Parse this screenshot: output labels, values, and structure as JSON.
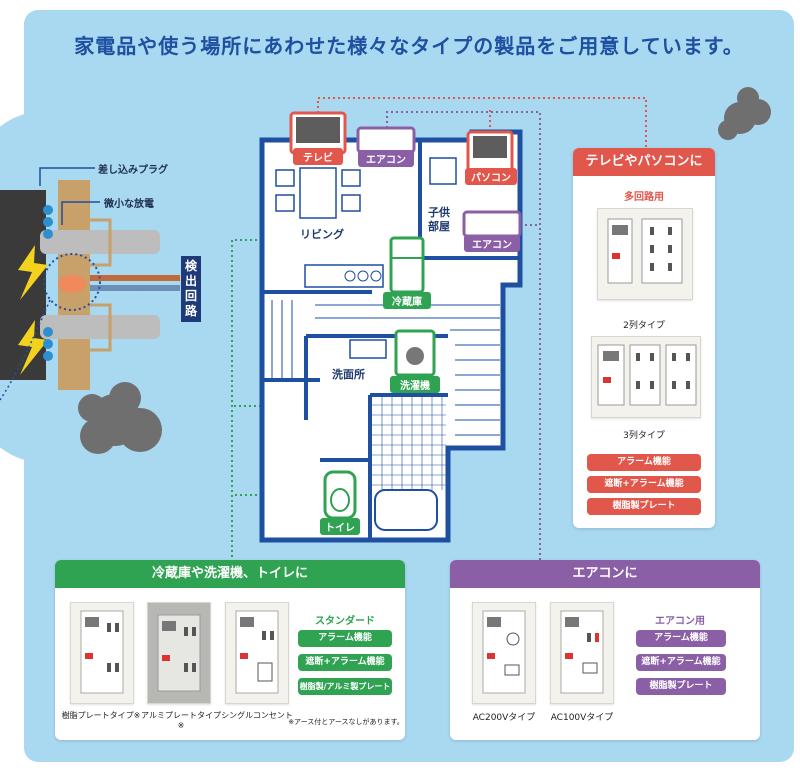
{
  "headline": "家電品や使う場所にあわせた様々なタイプの製品をご用意しています。",
  "floorplan": {
    "appliances": {
      "tv": "テレビ",
      "aircon_living": "エアコン",
      "pc": "パソコン",
      "aircon_kids": "エアコン",
      "fridge": "冷蔵庫",
      "washer": "洗濯機",
      "toilet": "トイレ"
    },
    "rooms": {
      "living": "リビング",
      "kids": "子供部屋",
      "washroom": "洗面所"
    }
  },
  "mechanism": {
    "plug_label": "差し込みプラグ",
    "discharge_label": "微小な放電",
    "detector_label": "検出回路"
  },
  "panel_tv_pc": {
    "title": "テレビやパソコンに",
    "subtitle": "多回路用",
    "products": [
      {
        "caption": "2列タイプ"
      },
      {
        "caption": "3列タイプ"
      }
    ],
    "features": [
      "アラーム機能",
      "遮断+アラーム機能",
      "樹脂製プレート"
    ]
  },
  "panel_fridge": {
    "title": "冷蔵庫や洗濯機、トイレに",
    "subtitle": "スタンダード",
    "products": [
      {
        "caption": "樹脂プレートタイプ※"
      },
      {
        "caption": "アルミプレートタイプ※"
      },
      {
        "caption": "シングルコンセント"
      }
    ],
    "features": [
      "アラーム機能",
      "遮断+アラーム機能",
      "樹脂製/アルミ製プレート"
    ],
    "footnote": "※アース付とアースなしがあります。"
  },
  "panel_aircon": {
    "title": "エアコンに",
    "subtitle": "エアコン用",
    "products": [
      {
        "caption": "AC200Vタイプ"
      },
      {
        "caption": "AC100Vタイプ"
      }
    ],
    "features": [
      "アラーム機能",
      "遮断+アラーム機能",
      "樹脂製プレート"
    ]
  },
  "colors": {
    "background": "#a9d8f1",
    "headline": "#1e4fa0",
    "red": "#e2574c",
    "green": "#2fa352",
    "purple": "#8b5fa6",
    "wall": "#1e4fa0"
  }
}
